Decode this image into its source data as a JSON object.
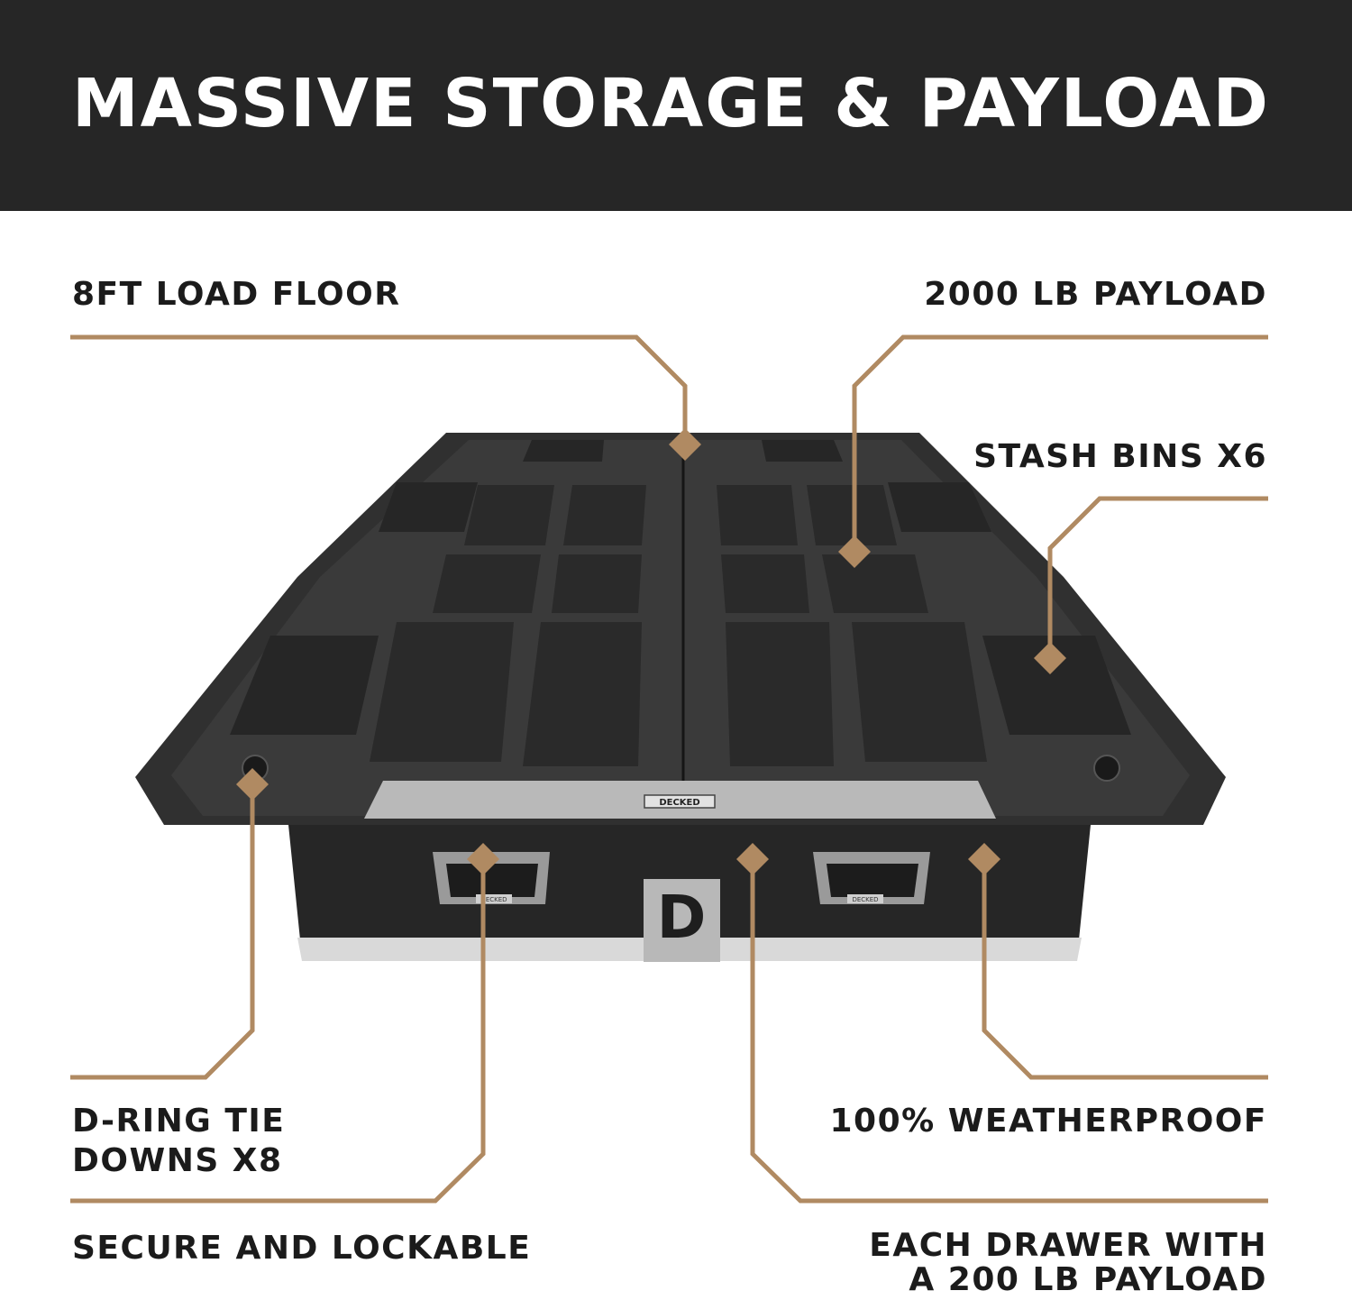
{
  "title": "MASSIVE STORAGE & PAYLOAD",
  "colors": {
    "header_bg": "#262626",
    "accent": "#b08a62",
    "text": "#1b1b1b"
  },
  "features": {
    "load_floor": "8FT LOAD FLOOR",
    "payload": "2000 LB PAYLOAD",
    "stash_bins": "STASH BINS X6",
    "d_ring_line1": "D-RING TIE",
    "d_ring_line2": "DOWNS X8",
    "weatherproof": "100% WEATHERPROOF",
    "secure": "SECURE AND LOCKABLE",
    "drawer_line1": "EACH DRAWER WITH",
    "drawer_line2": "A 200 LB PAYLOAD"
  },
  "product": {
    "brand_plate": "DECKED",
    "drawer_badge": "DECKED",
    "logo_letter": "D"
  }
}
